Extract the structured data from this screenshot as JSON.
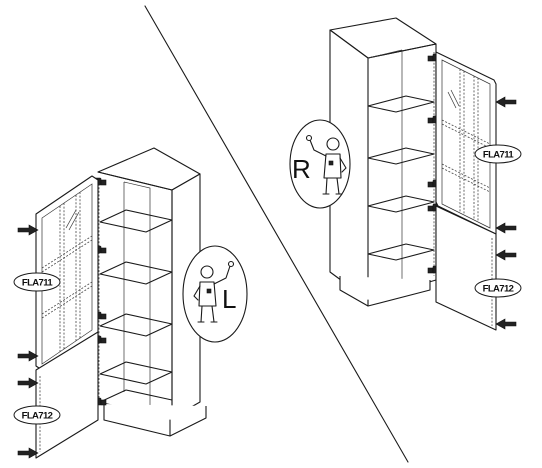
{
  "left_view": {
    "side_letter": "L",
    "part_labels": [
      "FLA711",
      "FLA712"
    ]
  },
  "right_view": {
    "side_letter": "R",
    "part_labels": [
      "FLA711",
      "FLA712"
    ]
  },
  "icons": {
    "worker": "worker-figure-icon",
    "hinge": "hinge-icon",
    "arrow": "push-arrow-icon"
  },
  "colors": {
    "ink": "#1a1a1a",
    "paper": "#ffffff"
  }
}
